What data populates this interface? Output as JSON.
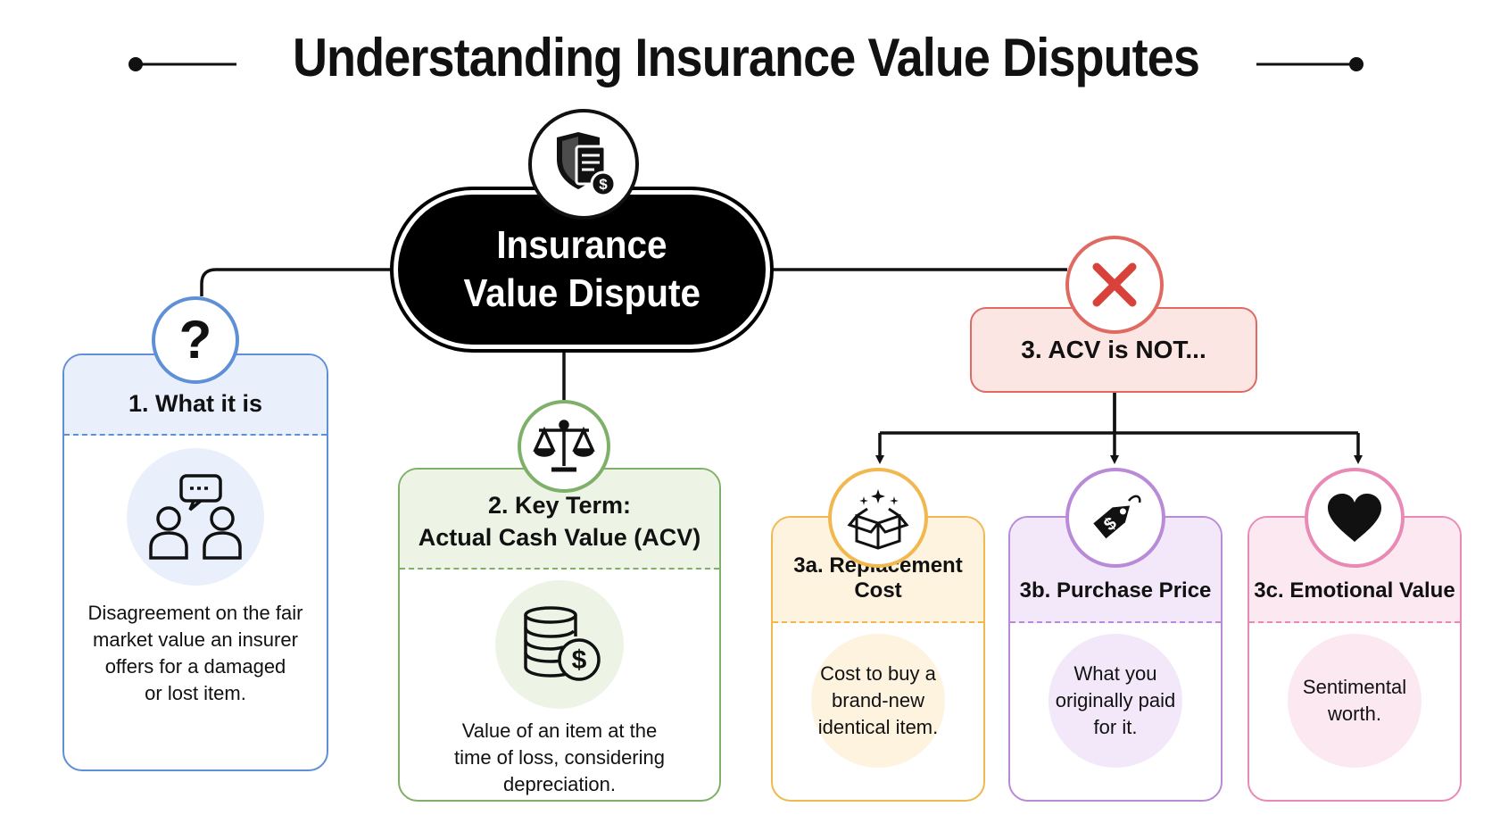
{
  "title": "Understanding Insurance Value Disputes",
  "central": {
    "line1": "Insurance",
    "line2": "Value Dispute",
    "icon": "shield-document-dollar-icon"
  },
  "colors": {
    "blue": "#5f8fd6",
    "green": "#7fb069",
    "red": "#e06a62",
    "orange": "#f0b84f",
    "purple": "#b98ad8",
    "pink": "#e88ab5"
  },
  "what_it_is": {
    "heading": "1. What it is",
    "icon": "question-mark-icon",
    "illustration": "two-people-chat-icon",
    "lines": [
      "Disagreement on the fair",
      "market value an insurer",
      "offers for a damaged",
      "or lost item."
    ]
  },
  "key_term": {
    "heading_line1": "2. Key Term:",
    "heading_line2": "Actual Cash Value (ACV)",
    "icon": "scales-icon",
    "illustration": "coin-stack-dollar-icon",
    "lines": [
      "Value of an item at the",
      "time of loss, considering",
      "depreciation."
    ]
  },
  "acv_not": {
    "heading": "3. ACV is NOT...",
    "icon": "x-mark-icon"
  },
  "replacement": {
    "heading": "3a. Replacement Cost",
    "icon": "open-box-sparkle-icon",
    "lines": [
      "Cost to buy a",
      "brand-new",
      "identical item."
    ]
  },
  "purchase": {
    "heading": "3b. Purchase Price",
    "icon": "price-tag-icon",
    "lines": [
      "What you",
      "originally paid",
      "for it."
    ]
  },
  "emotional": {
    "heading": "3c. Emotional Value",
    "icon": "heart-icon",
    "lines": [
      "Sentimental",
      "worth."
    ]
  }
}
